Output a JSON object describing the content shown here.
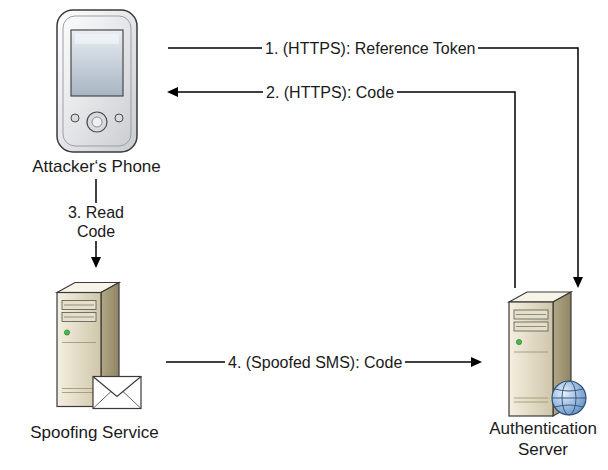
{
  "diagram": {
    "nodes": [
      {
        "text": [
          "Attacker‘s Phone"
        ]
      },
      {
        "text": [
          "Spoofing Service"
        ]
      },
      {
        "text": [
          "Authentication Server"
        ]
      }
    ],
    "edges": [
      {
        "from": 0,
        "to": 2,
        "label": "1. (HTTPS): Reference Token",
        "arrow": "to"
      },
      {
        "from": 2,
        "to": 0,
        "label": "2. (HTTPS): Code",
        "arrow": "to"
      },
      {
        "from": 0,
        "to": 1,
        "label": "3. Read Code",
        "arrow": "to"
      },
      {
        "from": 1,
        "to": 2,
        "label": "4. (Spoofed SMS): Code",
        "arrow": "to"
      }
    ]
  }
}
